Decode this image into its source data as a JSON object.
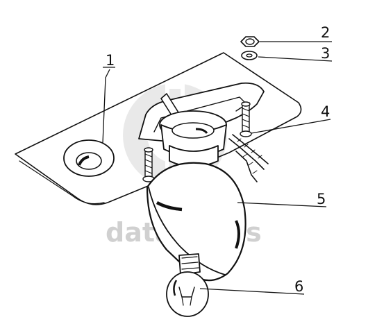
{
  "callouts": [
    {
      "number": "1",
      "part": "grommet"
    },
    {
      "number": "2",
      "part": "nut"
    },
    {
      "number": "3",
      "part": "washer"
    },
    {
      "number": "4",
      "part": "mounting-screw"
    },
    {
      "number": "5",
      "part": "lamp-housing"
    },
    {
      "number": "6",
      "part": "bulb"
    }
  ],
  "watermark": {
    "text": "data-parts",
    "color": "#c8c8c8"
  },
  "colors": {
    "ink": "#111111",
    "background": "#ffffff"
  }
}
